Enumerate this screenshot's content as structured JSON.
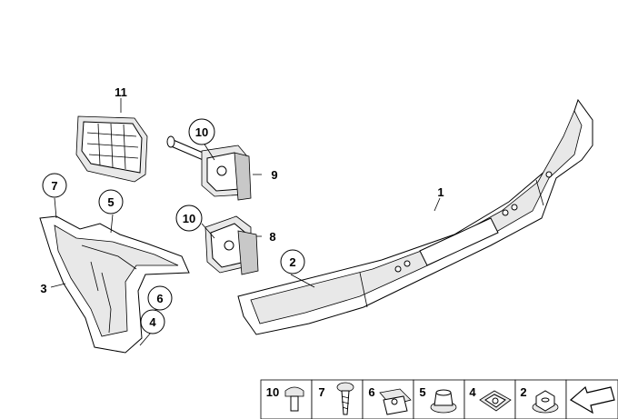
{
  "callouts": {
    "c1": "1",
    "c2": "2",
    "c3": "3",
    "c4": "4",
    "c5": "5",
    "c6": "6",
    "c7": "7",
    "c8": "8",
    "c9": "9",
    "c10a": "10",
    "c10b": "10",
    "c11": "11"
  },
  "legend": [
    "10",
    "7",
    "6",
    "5",
    "4",
    "2"
  ]
}
